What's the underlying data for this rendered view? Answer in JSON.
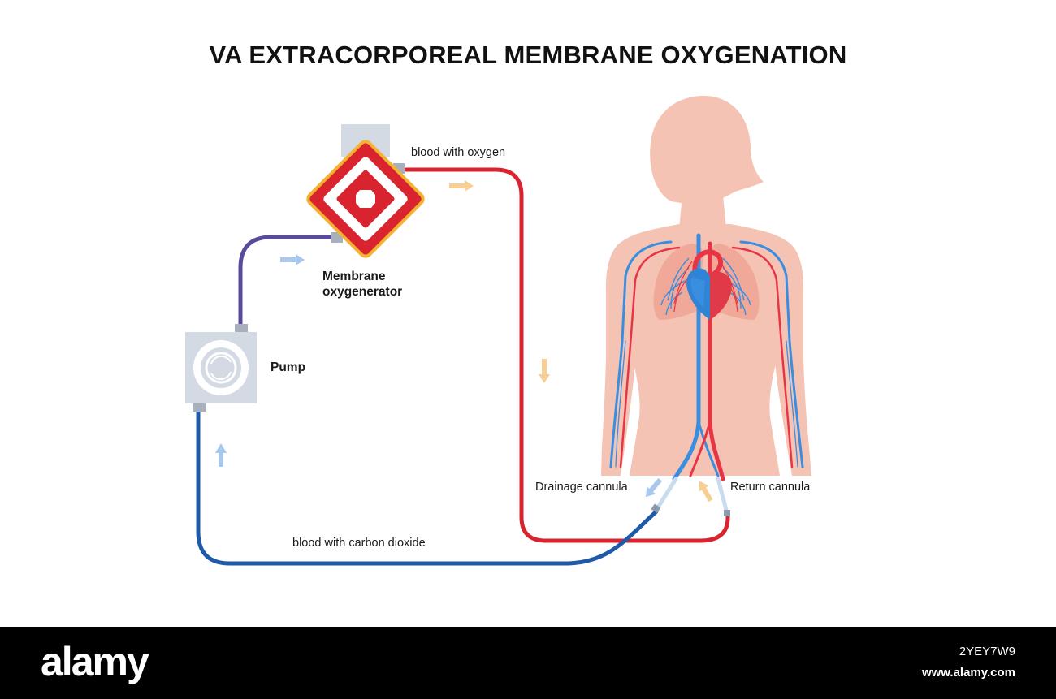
{
  "title": "VA EXTRACORPOREAL MEMBRANE OXYGENATION",
  "labels": {
    "blood_with_oxygen": "blood with oxygen",
    "membrane_oxygenerator_line1": "Membrane",
    "membrane_oxygenerator_line2": "oxygenerator",
    "pump": "Pump",
    "drainage_cannula": "Drainage cannula",
    "return_cannula": "Return cannula",
    "blood_with_carbon_dioxide": "blood with carbon dioxide"
  },
  "footer": {
    "brand": "alamy",
    "image_id": "2YEY7W9",
    "site": "www.alamy.com"
  },
  "colors": {
    "oxygenated_blood": "#d9232e",
    "deoxygenated_blood": "#1f5aa8",
    "pump_outlet_tube": "#5a4a9c",
    "body_skin": "#f5c3b3",
    "lungs": "#f0a898",
    "vein_blue": "#3a8ee0",
    "artery_red": "#e83545",
    "device_grey": "#d3dae4",
    "arrow_blue": "#a8c8ee",
    "arrow_orange": "#f6cf94"
  }
}
